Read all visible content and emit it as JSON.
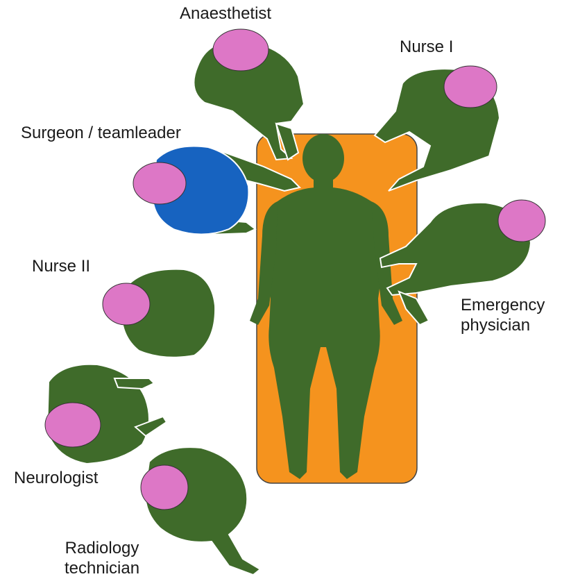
{
  "labels": {
    "anaesthetist": "Anaesthetist",
    "nurse_1": "Nurse I",
    "surgeon_teamleader": "Surgeon / teamleader",
    "nurse_2": "Nurse II",
    "emergency_physician": [
      "Emergency",
      "physician"
    ],
    "neurologist": "Neurologist",
    "radiology_technician": [
      "Radiology",
      "technician"
    ]
  },
  "colors": {
    "table": "#F5931E",
    "body": "#3F6B2A",
    "staff": "#3F6B2A",
    "head": "#DD77C6",
    "surgeon": "#1763C0",
    "outline": "#ffffff",
    "stroke": "#2e2e2e"
  }
}
